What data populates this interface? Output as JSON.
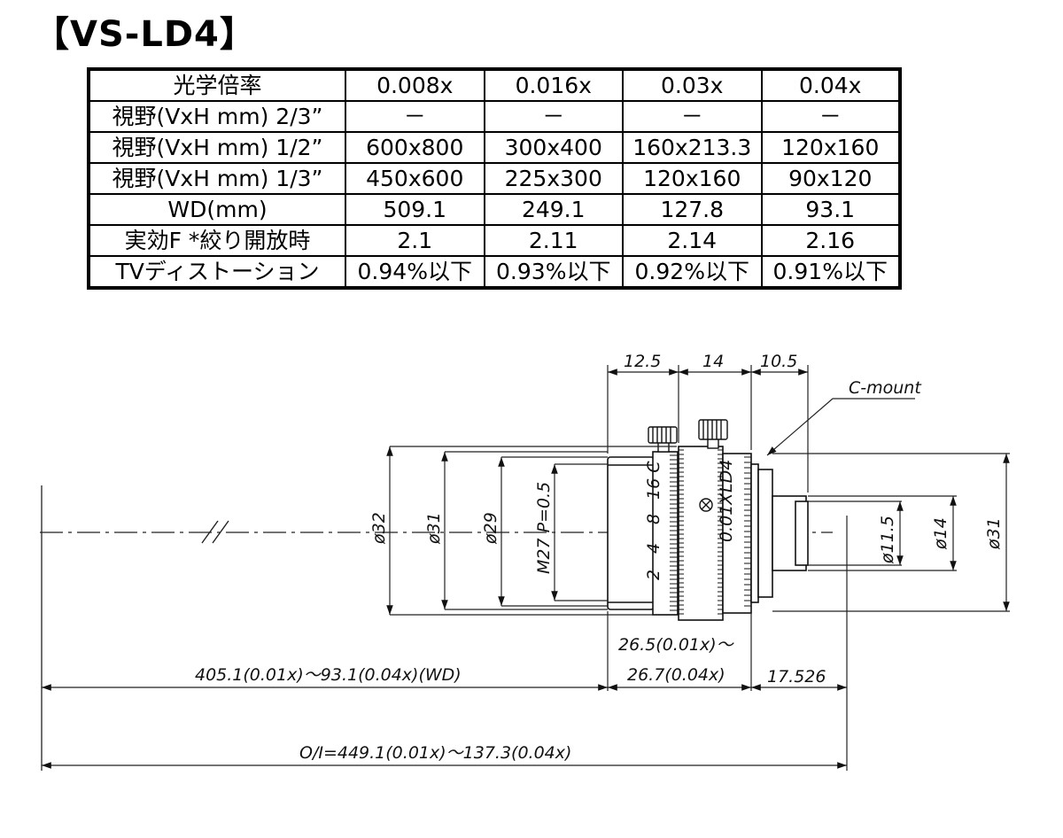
{
  "title": "【VS-LD4】",
  "table": {
    "header": [
      "光学倍率",
      "0.008x",
      "0.016x",
      "0.03x",
      "0.04x"
    ],
    "rows": [
      [
        "視野(VxH mm) 2/3”",
        "－",
        "－",
        "－",
        "－"
      ],
      [
        "視野(VxH mm) 1/2”",
        "600x800",
        "300x400",
        "160x213.3",
        "120x160"
      ],
      [
        "視野(VxH mm) 1/3”",
        "450x600",
        "225x300",
        "120x160",
        "90x120"
      ],
      [
        "WD(mm)",
        "509.1",
        "249.1",
        "127.8",
        "93.1"
      ],
      [
        "実効F *絞り開放時",
        "2.1",
        "2.11",
        "2.14",
        "2.16"
      ],
      [
        "TVディストーション",
        "0.94%以下",
        "0.93%以下",
        "0.92%以下",
        "0.91%以下"
      ]
    ]
  },
  "drawing": {
    "top_dims": [
      "12.5",
      "14",
      "10.5"
    ],
    "mount_label": "C-mount",
    "left_diams": [
      "ø32",
      "ø31",
      "ø29",
      "M27 P=0.5"
    ],
    "right_diams": [
      "ø11.5",
      "ø14",
      "ø31"
    ],
    "lens_marks": [
      "2",
      "4",
      "8",
      "16 C",
      "LD4",
      "0.01X"
    ],
    "wd_label": "405.1(0.01x)～93.1(0.04x)(WD)",
    "length_label_1": "26.5(0.01x)～",
    "length_label_2": "26.7(0.04x)",
    "flange_label": "17.526",
    "oi_label": "O/I=449.1(0.01x)～137.3(0.04x)"
  }
}
